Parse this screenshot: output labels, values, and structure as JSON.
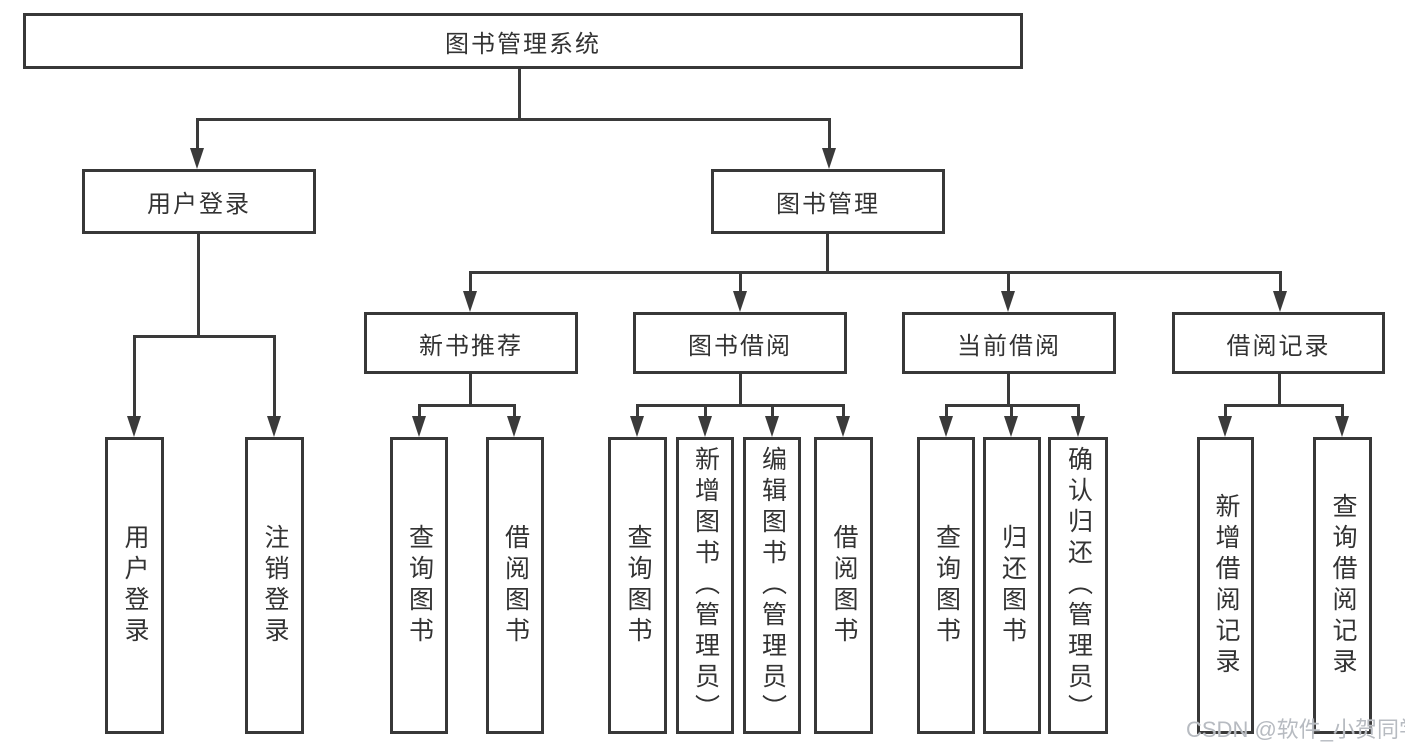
{
  "diagram": {
    "root": "图书管理系统",
    "level2": {
      "user_login": "用户登录",
      "book_mgmt": "图书管理"
    },
    "level3": {
      "new_book_rec": "新书推荐",
      "book_borrow": "图书借阅",
      "current_borrow": "当前借阅",
      "borrow_record": "借阅记录"
    },
    "leaves": {
      "user_login_leaf": "用户登录",
      "logout": "注销登录",
      "rec_query": "查询图书",
      "rec_borrow": "借阅图书",
      "bb_query": "查询图书",
      "bb_add": "新增图书（管理员）",
      "bb_edit": "编辑图书（管理员）",
      "bb_borrow": "借阅图书",
      "cb_query": "查询图书",
      "cb_return": "归还图书",
      "cb_confirm": "确认归还（管理员）",
      "br_add": "新增借阅记录",
      "br_query": "查询借阅记录"
    },
    "watermark": "CSDN @软件_小贺同学",
    "colors": {
      "line": "#3a3a3a",
      "border": "#383838",
      "text": "#333333",
      "watermark": "#b7bbc1"
    }
  }
}
